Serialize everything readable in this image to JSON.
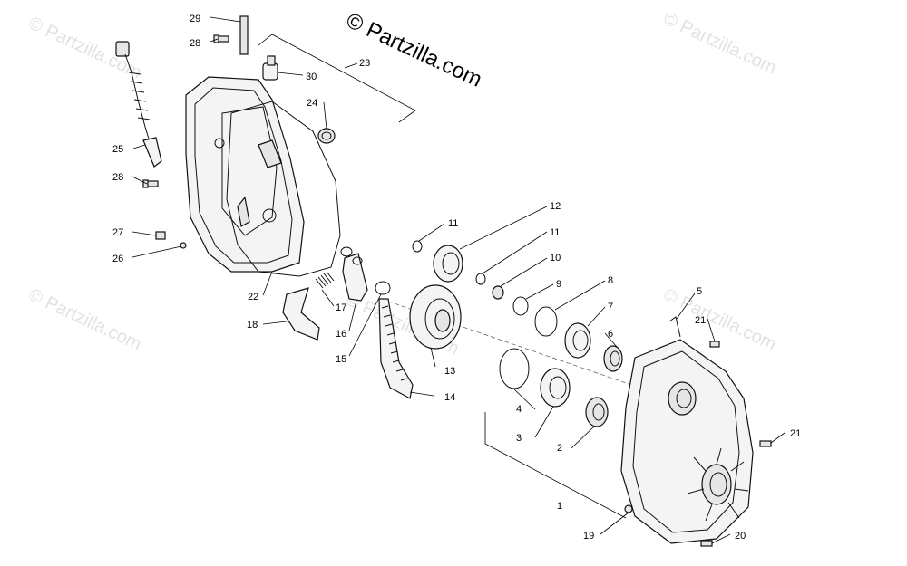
{
  "watermark": "© Partzilla.com",
  "brand": "© Partzilla.com",
  "callouts": [
    "1",
    "2",
    "3",
    "4",
    "5",
    "6",
    "7",
    "8",
    "9",
    "10",
    "11",
    "11",
    "12",
    "13",
    "14",
    "15",
    "16",
    "17",
    "18",
    "19",
    "20",
    "21",
    "21",
    "22",
    "23",
    "24",
    "25",
    "26",
    "27",
    "28",
    "28",
    "29",
    "30"
  ]
}
